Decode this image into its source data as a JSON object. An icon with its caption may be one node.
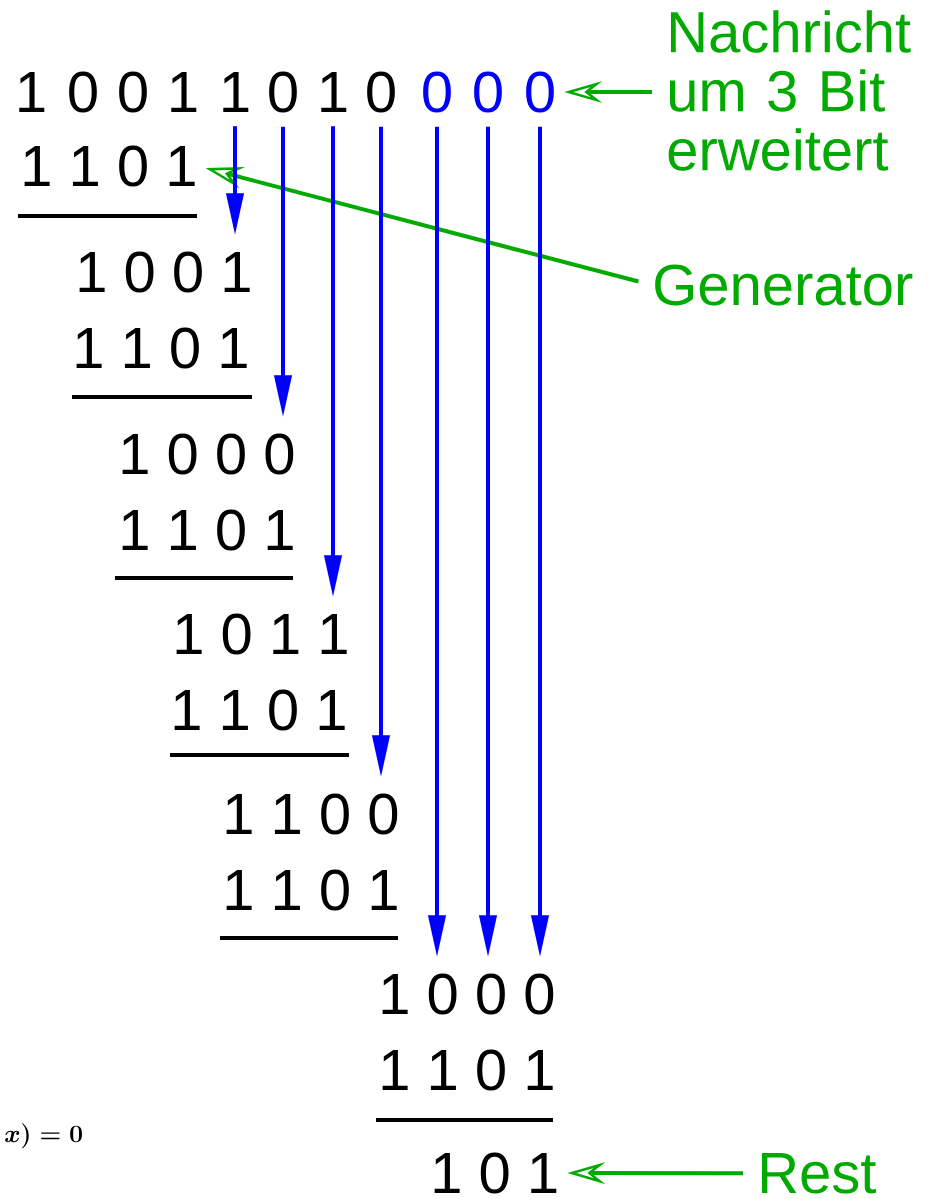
{
  "diagram": {
    "nodes": [
      {
        "text": [
          "1"
        ]
      },
      {
        "text": [
          "0"
        ]
      },
      {
        "text": [
          "0"
        ]
      },
      {
        "text": [
          "1"
        ]
      },
      {
        "text": [
          "1"
        ]
      },
      {
        "text": [
          "0"
        ]
      },
      {
        "text": [
          "1"
        ]
      },
      {
        "text": [
          "0"
        ]
      },
      {
        "text": [
          "0"
        ]
      },
      {
        "text": [
          "0"
        ]
      },
      {
        "text": [
          "0"
        ]
      },
      {
        "text": [
          "Nachricht um 3 Bit erweitert"
        ]
      },
      {
        "text": [
          "1 1 0 1"
        ]
      },
      {
        "text": [
          "Generator"
        ]
      },
      {
        "text": [
          "1 0 0 1"
        ]
      },
      {
        "text": [
          "1 0 0 0"
        ]
      },
      {
        "text": [
          "1 0 1 1"
        ]
      },
      {
        "text": [
          "1 1 0 0"
        ]
      },
      {
        "text": [
          "1 0 0 0"
        ]
      },
      {
        "text": [
          "1 0 1"
        ]
      },
      {
        "text": [
          "Rest"
        ]
      }
    ],
    "edges": [
      {
        "from": 11,
        "to": 10,
        "arrow": "to",
        "color": "#00aa00"
      },
      {
        "from": 13,
        "to": 12,
        "arrow": "to",
        "color": "#00aa00"
      },
      {
        "from": 4,
        "to": 14,
        "arrow": "to"
      },
      {
        "from": 5,
        "to": 15,
        "arrow": "to"
      },
      {
        "from": 6,
        "to": 16,
        "arrow": "to"
      },
      {
        "from": 7,
        "to": 17,
        "arrow": "to"
      },
      {
        "from": 8,
        "to": 18,
        "arrow": "to"
      },
      {
        "from": 9,
        "to": 18,
        "arrow": "to"
      },
      {
        "from": 10,
        "to": 18,
        "arrow": "to"
      },
      {
        "from": 20,
        "to": 19,
        "arrow": "to",
        "color": "#00aa00"
      }
    ],
    "labels": [
      "1 1 0 1",
      "1 1 0 1",
      "1 1 0 1",
      "1 1 0 1",
      "1 1 0 1",
      "x) = 0"
    ]
  }
}
